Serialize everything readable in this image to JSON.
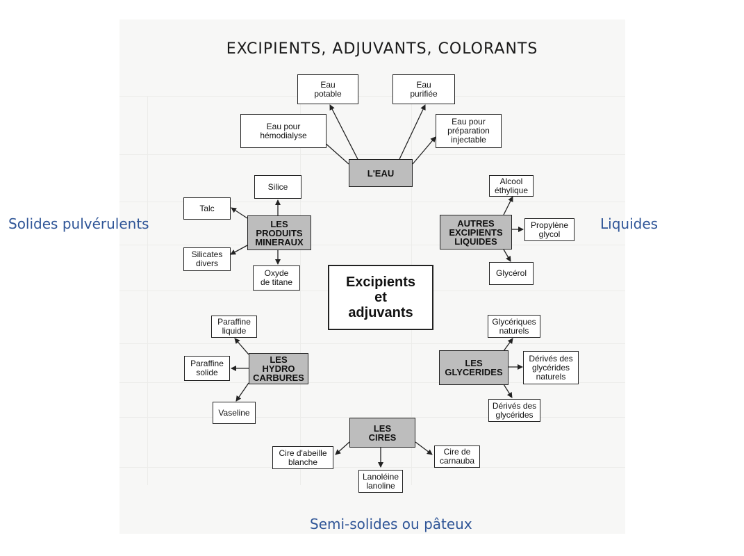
{
  "title": "EXCIPIENTS, ADJUVANTS, COLORANTS",
  "side_labels": {
    "left": "Solides pulvérulents",
    "right": "Liquides",
    "bottom": "Semi-solides ou pâteux"
  },
  "center": "Excipients\net\nadjuvants",
  "groups": {
    "eau": {
      "hub": "L'EAU",
      "items": [
        "Eau\npotable",
        "Eau\npurifiée",
        "Eau pour\nhémodialyse",
        "Eau pour\npréparation\ninjectable"
      ]
    },
    "mineraux": {
      "hub": "LES\nPRODUITS\nMINERAUX",
      "items": [
        "Silice",
        "Talc",
        "Silicates\ndivers",
        "Oxyde\nde titane"
      ]
    },
    "liquides": {
      "hub": "AUTRES\nEXCIPIENTS\nLIQUIDES",
      "items": [
        "Alcool\néthylique",
        "Propylène\nglycol",
        "Glycérol"
      ]
    },
    "hydrocarbures": {
      "hub": "LES\nHYDRO\nCARBURES",
      "items": [
        "Paraffine\nliquide",
        "Paraffine\nsolide",
        "Vaseline"
      ]
    },
    "glycerides": {
      "hub": "LES\nGLYCERIDES",
      "items": [
        "Glycériques\nnaturels",
        "Dérivés des\nglycérides\nnaturels",
        "Dérivés des\nglycérides"
      ]
    },
    "cires": {
      "hub": "LES\nCIRES",
      "items": [
        "Cire d'abeille\nblanche",
        "Cire de\ncarnauba",
        "Lanoléine\nlanoline"
      ]
    }
  },
  "colors": {
    "side_label": "#2f5597",
    "hub_fill": "#bdbdbd",
    "box_border": "#222222"
  }
}
